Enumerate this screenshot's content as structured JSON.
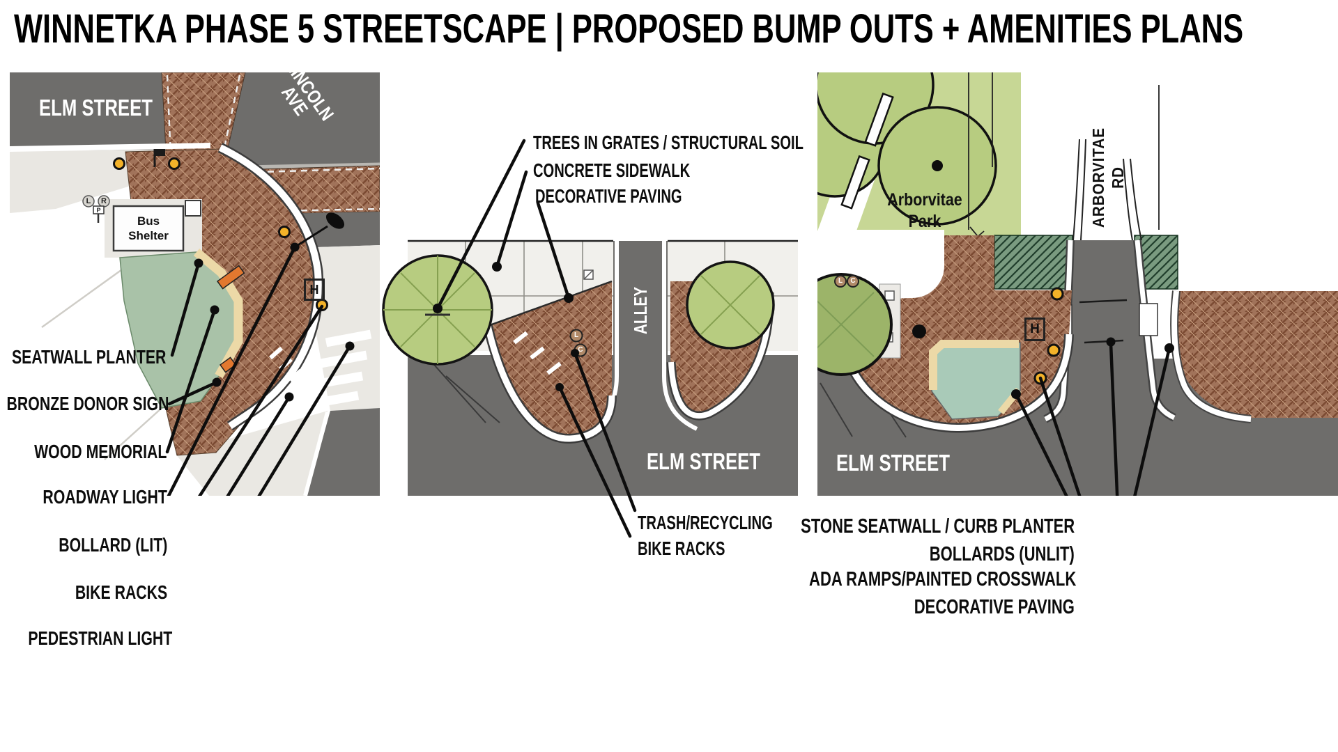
{
  "title": "WINNETKA PHASE 5 STREETSCAPE | PROPOSED BUMP OUTS + AMENITIES PLANS",
  "panels": [
    {
      "name": "elm-lincoln-corner-plan",
      "streets": {
        "elm": "ELM STREET",
        "cross": "LINCOLN AVE"
      },
      "bus_shelter": "Bus Shelter",
      "markers": {
        "left": "L",
        "right": "R",
        "parking": "P",
        "hydrant": "H"
      },
      "callouts": [
        "SEATWALL PLANTER",
        "BRONZE DONOR SIGN",
        "WOOD MEMORIAL",
        "ROADWAY LIGHT",
        "BOLLARD (LIT)",
        "BIKE RACKS",
        "PEDESTRIAN LIGHT"
      ]
    },
    {
      "name": "alley-elm-plan",
      "streets": {
        "alley": "ALLEY",
        "elm": "ELM STREET"
      },
      "callouts_top": [
        "TREES IN GRATES / STRUCTURAL SOIL",
        "CONCRETE SIDEWALK",
        "DECORATIVE PAVING"
      ],
      "callouts_bottom": [
        "TRASH/RECYCLING",
        "BIKE RACKS"
      ],
      "markers": {
        "litter": "L",
        "recycle": "C"
      }
    },
    {
      "name": "arborvitae-elm-plan",
      "park": "Arborvitae Park",
      "streets": {
        "cross": "ARBORVITAE RD",
        "elm": "ELM STREET"
      },
      "markers": {
        "hydrant": "H",
        "litter": "L",
        "recycle": "C"
      },
      "callouts": [
        "STONE SEATWALL / CURB PLANTER",
        "BOLLARDS (UNLIT)",
        "ADA RAMPS/PAINTED CROSSWALK",
        "DECORATIVE PAVING"
      ]
    }
  ],
  "colors": {
    "road_gray": "#6e6d6b",
    "brick": "#a1735a",
    "brick_dark": "#7c4b33",
    "sidewalk": "#efeeea",
    "park_green": "#c7d795",
    "tree_green": "#b7cc80",
    "dark_tree_green": "#9cb469",
    "planter_teal": "#a9cab8",
    "seatwall_tan": "#ecd9a7",
    "bollard_yellow": "#f3b229",
    "bench_orange": "#e2782f",
    "hatch_green": "#7a9b80"
  }
}
